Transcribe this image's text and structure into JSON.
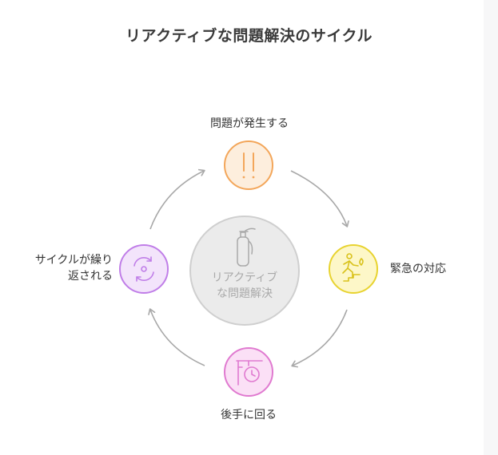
{
  "title": "リアクティブな問題解決のサイクル",
  "center": {
    "label": "リアクティブな問題解決",
    "icon": "fire-extinguisher-icon"
  },
  "nodes": [
    {
      "id": "problem",
      "label": "問題が発生する",
      "icon": "exclamation-icon",
      "color": "#f3a65a",
      "fill": "#fdeedd"
    },
    {
      "id": "emergency",
      "label": "緊急の対応",
      "icon": "emergency-exit-icon",
      "color": "#e8d330",
      "fill": "#fdf7c8"
    },
    {
      "id": "behind",
      "label": "後手に回る",
      "icon": "clock-signpost-icon",
      "color": "#e07ad0",
      "fill": "#fbe0f6"
    },
    {
      "id": "repeat",
      "label": "サイクルが繰り返される",
      "label_line1": "サイクルが繰り",
      "label_line2": "返される",
      "icon": "cycle-icon",
      "color": "#c07ee8",
      "fill": "#f3e4fb"
    }
  ],
  "colors": {
    "arrow": "#a8a8a8",
    "center_fill": "#ebebeb",
    "center_stroke": "#cfcfcf"
  }
}
